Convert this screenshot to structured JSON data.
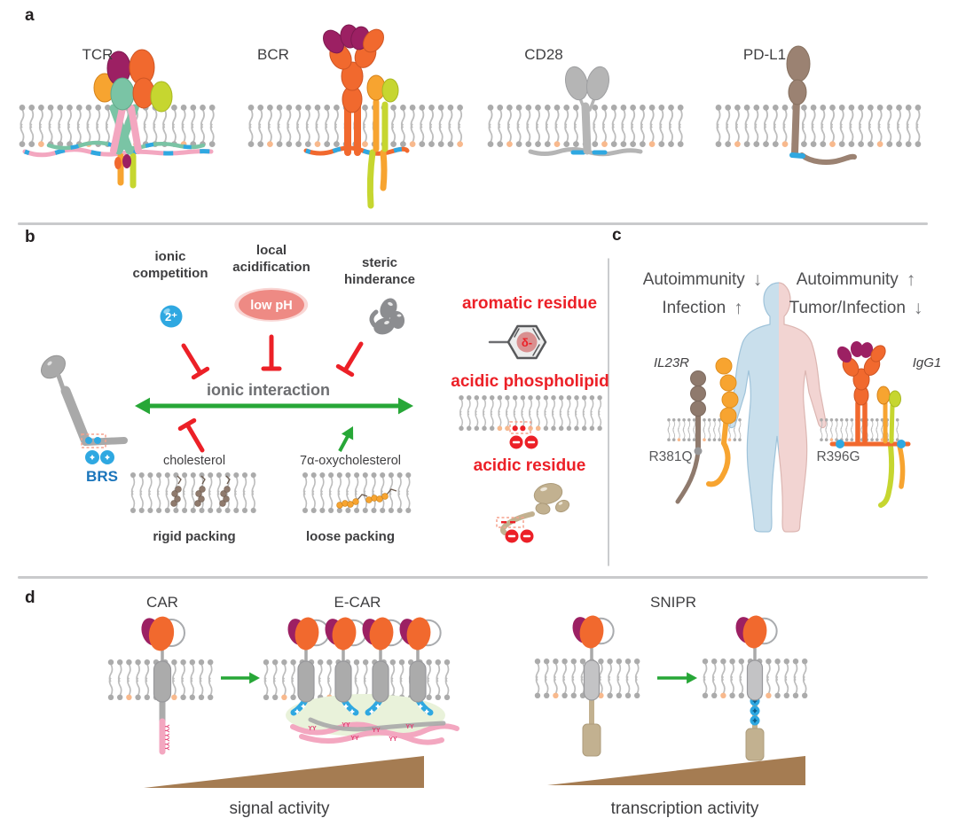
{
  "panel_a": {
    "label": "a",
    "receptors": [
      "TCR",
      "BCR",
      "CD28",
      "PD-L1"
    ]
  },
  "panel_b": {
    "label": "b",
    "brs": "BRS",
    "ionic_competition": "ionic competition",
    "ion_badge": "2⁺",
    "local_acidification": "local acidification",
    "low_ph": "low pH",
    "steric_hinderance": "steric hinderance",
    "ionic_interaction": "ionic interaction",
    "cholesterol": "cholesterol",
    "rigid_packing": "rigid packing",
    "oxycholesterol": "7α-oxycholesterol",
    "loose_packing": "loose packing",
    "aromatic_residue": "aromatic residue",
    "delta_badge": "δ-",
    "acidic_phospholipid": "acidic phospholipid",
    "acidic_residue": "acidic residue"
  },
  "panel_c": {
    "label": "c",
    "left": {
      "stat1": "Autoimmunity",
      "arrow1": "↓",
      "stat2": "Infection",
      "arrow2": "↑",
      "gene": "IL23R",
      "variant": "R381Q"
    },
    "right": {
      "stat1": "Autoimmunity",
      "arrow1": "↑",
      "stat2": "Tumor/Infection",
      "arrow2": "↓",
      "gene": "IgG1",
      "variant": "R396G"
    }
  },
  "panel_d": {
    "label": "d",
    "car": "CAR",
    "ecar": "E-CAR",
    "signal_axis": "signal activity",
    "snipr": "SNIPR",
    "transcription_axis": "transcription activity"
  },
  "glyphs": {
    "itam": "YY"
  },
  "colors": {
    "orange": "#F1692E",
    "orange2": "#F7A430",
    "purple": "#9C2063",
    "teal": "#7AC4A5",
    "yellow_green": "#C6D630",
    "pink": "#F3A7C0",
    "membrane_gray": "#ABABAB",
    "tail_gray": "#BDBDBD",
    "peach": "#F8B98D",
    "blue": "#2FA8E1",
    "blue_dark": "#1B75BB",
    "gray_protein": "#B5B5B5",
    "brown": "#9B8272",
    "bead_brown": "#8F7A6D",
    "tan": "#C2B190",
    "red": "#EC2027",
    "green": "#27A737",
    "human_blue": "#C9DFEC",
    "human_pink": "#F2D4D2",
    "triangle_brown": "#A57C52",
    "low_ph_pink": "#EE8A84",
    "text_gray": "#6D6E71"
  }
}
